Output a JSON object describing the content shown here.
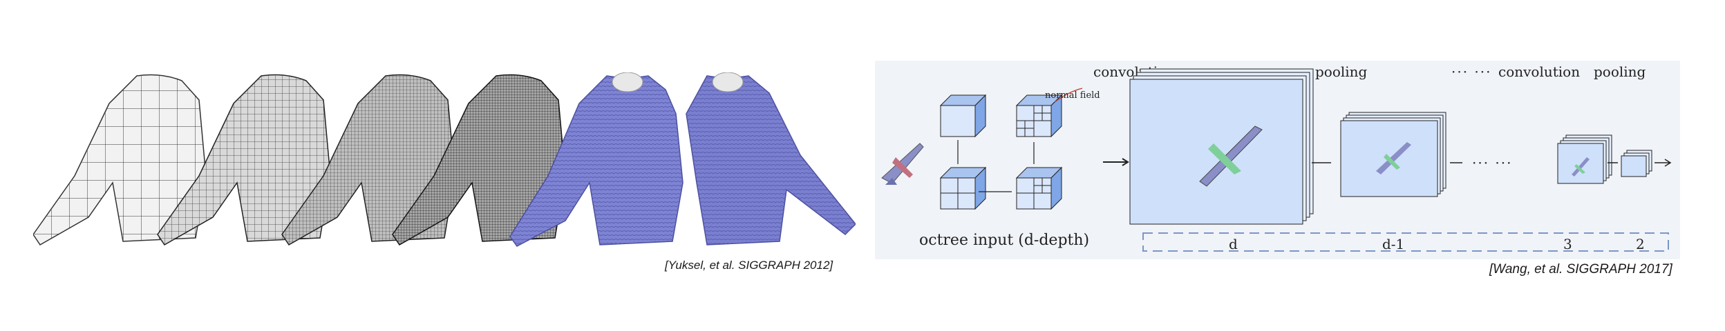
{
  "left_figure": {
    "caption": "[Yuksel, et al. SIGGRAPH 2012]",
    "sweater_colors": [
      "#f2f2f2",
      "#d9d9d9",
      "#bfbfbf",
      "#a6a6a6",
      "#7f83d4",
      "#7a7fd0"
    ]
  },
  "right_figure": {
    "caption": "[Wang, et al. SIGGRAPH 2017]",
    "headers": {
      "convolution_1": "convolution",
      "pooling_1": "pooling",
      "dots_header": "··· ···",
      "convolution_2": "convolution",
      "pooling_2": "pooling"
    },
    "normal_field_label": "normal field",
    "octree_input_label": "octree input (d-depth)",
    "dots_mid": "··· ···",
    "depth_labels": [
      "d",
      "d-1",
      "3",
      "2"
    ],
    "accent_color": "#bcd3f5",
    "cube_color": "#cfe0fa",
    "panel_color": "#f0f3f7"
  }
}
